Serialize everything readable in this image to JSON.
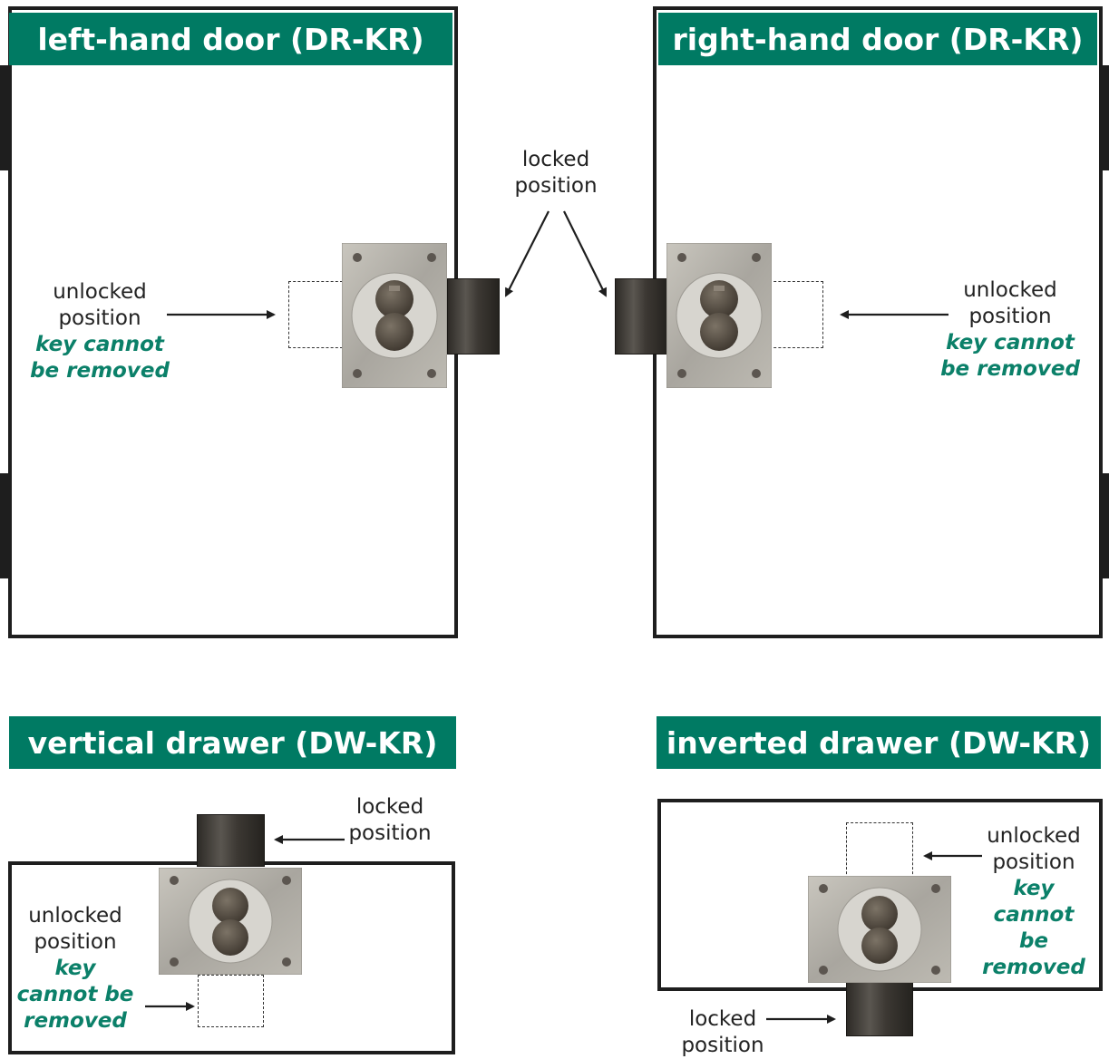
{
  "panels": {
    "left_door": {
      "title": "left-hand door (DR-KR)",
      "unlocked": {
        "line1": "unlocked",
        "line2": "position",
        "warn1": "key cannot",
        "warn2": "be removed"
      }
    },
    "right_door": {
      "title": "right-hand door (DR-KR)",
      "unlocked": {
        "line1": "unlocked",
        "line2": "position",
        "warn1": "key cannot",
        "warn2": "be removed"
      }
    },
    "doors_locked": {
      "line1": "locked",
      "line2": "position"
    },
    "vertical_drawer": {
      "title": "vertical drawer (DW-KR)",
      "locked": {
        "line1": "locked",
        "line2": "position"
      },
      "unlocked": {
        "line1": "unlocked",
        "line2": "position",
        "warn1": "key",
        "warn2": "cannot be",
        "warn3": "removed"
      }
    },
    "inverted_drawer": {
      "title": "inverted drawer (DW-KR)",
      "locked": {
        "line1": "locked",
        "line2": "position"
      },
      "unlocked": {
        "line1": "unlocked",
        "line2": "position",
        "warn1": "key",
        "warn2": "cannot be",
        "warn3": "removed"
      }
    }
  },
  "colors": {
    "accent": "#007a63",
    "warning_text": "#0b8069",
    "frame": "#1e1e1e"
  }
}
